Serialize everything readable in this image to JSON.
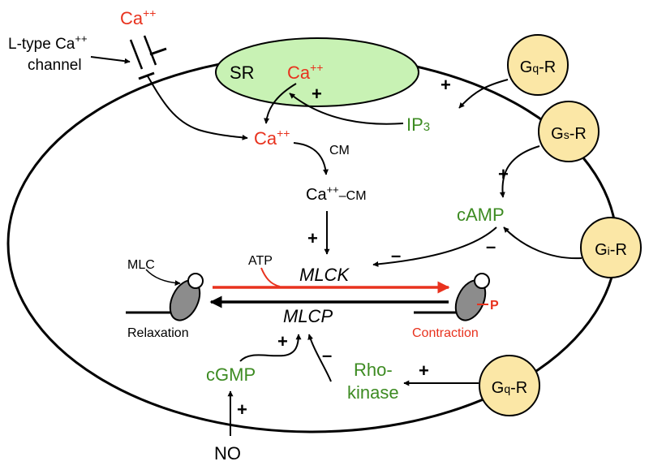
{
  "colors": {
    "red": "#e8321e",
    "green": "#3d8b22",
    "sr_fill": "#c8f2b4",
    "receptor_fill": "#fbe7a6",
    "mlc_gray": "#8c8c8c",
    "black": "#000000"
  },
  "ca_outside": {
    "base": "Ca",
    "sup": "++"
  },
  "channel_label": {
    "line1": "L-type Ca",
    "line1_sup": "++",
    "line2": "channel"
  },
  "sr": {
    "label": "SR",
    "ca_base": "Ca",
    "ca_sup": "++",
    "plus": "+"
  },
  "receptors": {
    "gq_top": {
      "g": "G",
      "sub": "q",
      "r": "-R"
    },
    "gs": {
      "g": "G",
      "sub": "s",
      "r": "-R"
    },
    "gi": {
      "g": "G",
      "sub": "i",
      "r": "-R"
    },
    "gq_bottom": {
      "g": "G",
      "sub": "q",
      "r": "-R"
    }
  },
  "ip3": {
    "base": "IP",
    "sub": "3",
    "plus": "+"
  },
  "ca_cytosol": {
    "base": "Ca",
    "sup": "++"
  },
  "cm_label": "CM",
  "ca_cm": {
    "base": "Ca",
    "sup": "++",
    "suffix": "–CM"
  },
  "camp": {
    "label": "cAMP",
    "plus_from_gs": "+",
    "minus_from_gi": "–"
  },
  "mlck": {
    "label": "MLCK",
    "plus": "+",
    "minus_from_camp": "–"
  },
  "atp_label": "ATP",
  "mlc_label": "MLC",
  "phosphate_label": "P",
  "mlcp": {
    "label": "MLCP"
  },
  "relaxation_label": "Relaxation",
  "contraction_label": "Contraction",
  "cgmp": {
    "label": "cGMP",
    "plus_to_mlcp": "+"
  },
  "no": {
    "label": "NO",
    "plus": "+"
  },
  "rho_kinase": {
    "line1": "Rho-",
    "line2": "kinase",
    "minus_to_mlcp": "–",
    "plus_from_gq": "+"
  }
}
